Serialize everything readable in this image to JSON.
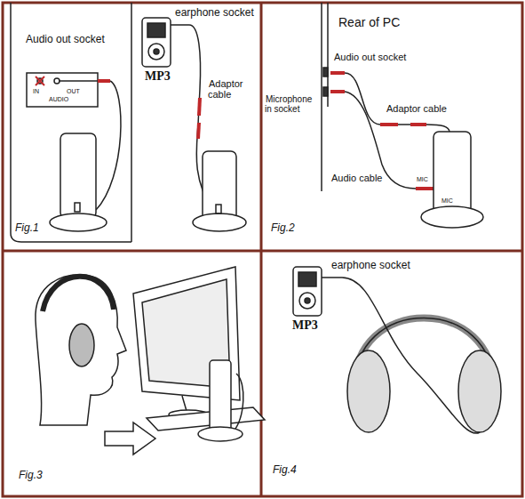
{
  "diagram": {
    "labels": [
      "Audio out socket",
      "IN",
      "OUT",
      "AUDIO",
      "earphone socket",
      "MP3",
      "Adaptor cable",
      "Fig.1",
      "Rear of PC",
      "Audio out socket",
      "Microphone in socket",
      "Adaptor cable",
      "Audio cable",
      "MIC",
      "MIC",
      "Fig.2",
      "Fig.3",
      "earphone socket",
      "MP3",
      "Fig.4"
    ]
  }
}
